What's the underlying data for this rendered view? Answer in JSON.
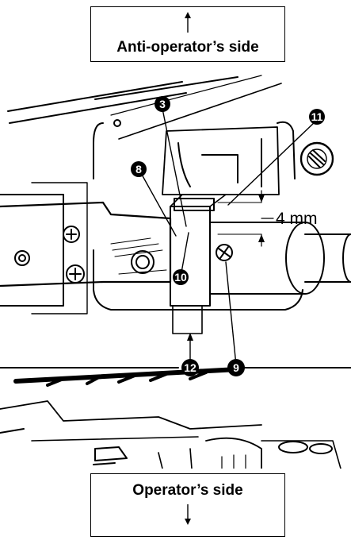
{
  "direction_top": {
    "label": "Anti-operator’s side"
  },
  "direction_bottom": {
    "label": "Operator’s side"
  },
  "dimension": {
    "text": "4 mm"
  },
  "callouts": {
    "c3": "3",
    "c8": "8",
    "c9": "9",
    "c10": "10",
    "c11": "11",
    "c12": "12"
  }
}
